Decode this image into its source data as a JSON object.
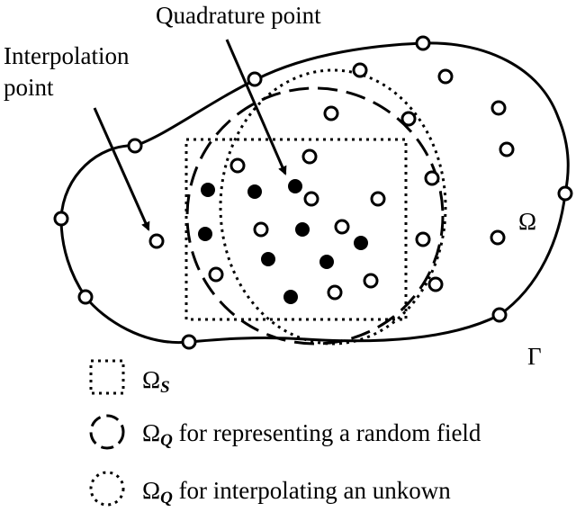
{
  "labels": {
    "quadrature_point": "Quadrature point",
    "interpolation_point_line1": "Interpolation",
    "interpolation_point_line2": "point",
    "domain_symbol": "Ω",
    "boundary_symbol": "Γ"
  },
  "legend": {
    "square": {
      "symbol": "Ω",
      "subscript": "S",
      "text": ""
    },
    "dashed_circle": {
      "symbol": "Ω",
      "subscript": "Q",
      "text": " for representing a random field"
    },
    "dotted_circle": {
      "symbol": "Ω",
      "subscript": "Q",
      "text": " for interpolating an unkown"
    }
  },
  "colors": {
    "stroke": "#000000",
    "open_node_fill": "#ffffff",
    "filled_node_fill": "#000000"
  }
}
